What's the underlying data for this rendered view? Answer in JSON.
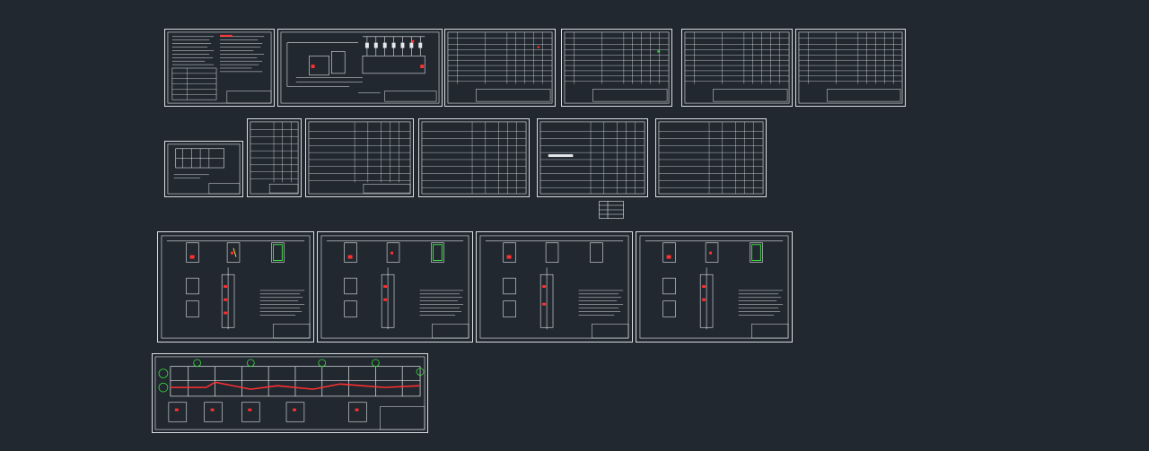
{
  "app": {
    "title": "",
    "view": "model-space",
    "background_color": "#212830",
    "line_color": "#e6e9ec",
    "accent_colors": [
      "#ff3030",
      "#3fdc3f",
      "#ffd23a"
    ]
  },
  "sheets": [
    {
      "id": "sheet-general-notes",
      "kind": "text-notes"
    },
    {
      "id": "sheet-system-schematic",
      "kind": "schematic"
    },
    {
      "id": "sheet-spec-table-1",
      "kind": "table"
    },
    {
      "id": "sheet-spec-table-2",
      "kind": "table"
    },
    {
      "id": "sheet-spec-table-3",
      "kind": "table"
    },
    {
      "id": "sheet-spec-table-4",
      "kind": "table"
    },
    {
      "id": "sheet-small-plan",
      "kind": "plan"
    },
    {
      "id": "sheet-equipment-list-1",
      "kind": "table"
    },
    {
      "id": "sheet-equipment-list-2",
      "kind": "table"
    },
    {
      "id": "sheet-equipment-list-3",
      "kind": "table"
    },
    {
      "id": "sheet-equipment-list-4",
      "kind": "table"
    },
    {
      "id": "sheet-equipment-list-5",
      "kind": "table"
    },
    {
      "id": "legend-block",
      "kind": "legend"
    },
    {
      "id": "sheet-detail-1",
      "kind": "details"
    },
    {
      "id": "sheet-detail-2",
      "kind": "details"
    },
    {
      "id": "sheet-detail-3",
      "kind": "details"
    },
    {
      "id": "sheet-detail-4",
      "kind": "details"
    },
    {
      "id": "sheet-floor-plan",
      "kind": "floor-plan"
    }
  ]
}
